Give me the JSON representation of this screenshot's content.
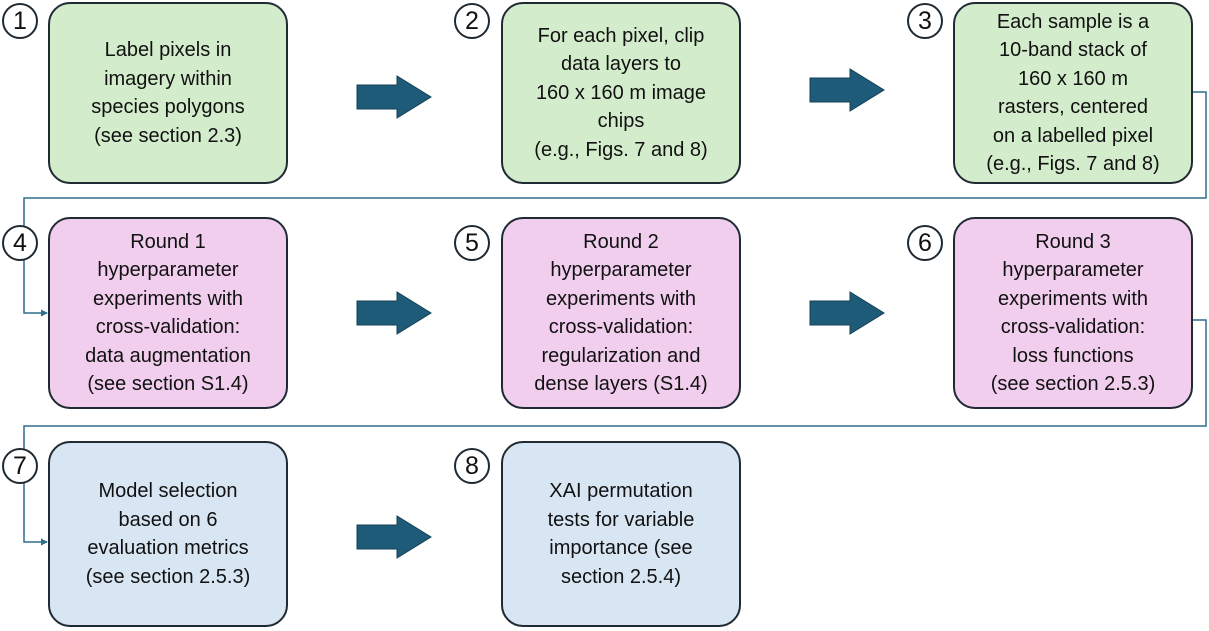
{
  "steps": [
    {
      "number": "1",
      "color": "#d3eccb",
      "lines": [
        "Label pixels in",
        "imagery within",
        "species polygons",
        "(see section 2.3)"
      ]
    },
    {
      "number": "2",
      "color": "#d3eccb",
      "lines": [
        "For each pixel, clip",
        "data layers to",
        "160 x 160 m image",
        "chips",
        "(e.g., Figs. 7 and 8)"
      ]
    },
    {
      "number": "3",
      "color": "#d3eccb",
      "lines": [
        "Each sample is a",
        "10-band stack of",
        "160 x 160 m",
        "rasters, centered",
        "on a labelled pixel",
        "(e.g., Figs. 7 and 8)"
      ]
    },
    {
      "number": "4",
      "color": "#f1cdee",
      "lines": [
        "Round 1",
        "hyperparameter",
        "experiments with",
        "cross-validation:",
        "data augmentation",
        "(see section S1.4)"
      ]
    },
    {
      "number": "5",
      "color": "#f1cdee",
      "lines": [
        "Round 2",
        "hyperparameter",
        "experiments with",
        "cross-validation:",
        "regularization and",
        "dense layers (S1.4)"
      ]
    },
    {
      "number": "6",
      "color": "#f1cdee",
      "lines": [
        "Round 3",
        "hyperparameter",
        "experiments with",
        "cross-validation:",
        "loss functions",
        "(see section 2.5.3)"
      ]
    },
    {
      "number": "7",
      "color": "#d8e6f4",
      "lines": [
        "Model selection",
        "based on 6",
        "evaluation metrics",
        "(see section 2.5.3)"
      ]
    },
    {
      "number": "8",
      "color": "#d8e6f4",
      "lines": [
        "XAI permutation",
        "tests for variable",
        "importance (see",
        "section 2.5.4)"
      ]
    }
  ],
  "colors": {
    "arrow": "#1e5b78",
    "connector": "#2e6f8e",
    "border": "#1f2a33"
  }
}
